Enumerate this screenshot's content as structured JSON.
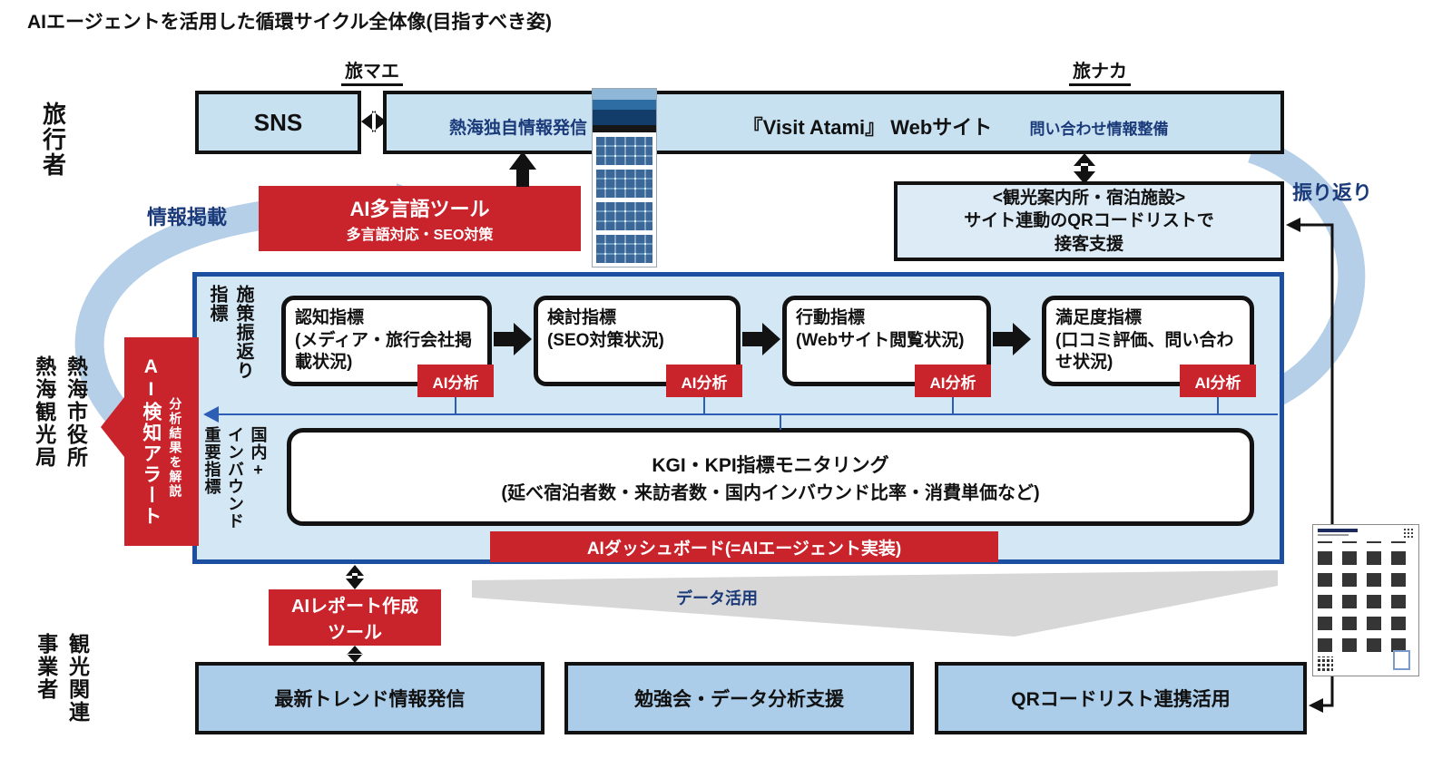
{
  "title": "AIエージェントを活用した循環サイクル全体像(目指すべき姿)",
  "phases": {
    "pre_trip": "旅マエ",
    "during_trip": "旅ナカ"
  },
  "actors": {
    "traveler": "旅行者",
    "city_hall": "熱海市役所",
    "tourism_bureau": "熱海観光局",
    "tourism_related": "観光関連",
    "business_operators": "事業者"
  },
  "flow_labels": {
    "info_posting": "情報掲載",
    "review": "振り返り",
    "data_utilization": "データ活用"
  },
  "top_row": {
    "sns": "SNS",
    "unique_info": "熱海独自情報発信",
    "website": "『Visit Atami』 Webサイト",
    "inquiry_info": "問い合わせ情報整備"
  },
  "ai_multilingual_tool": {
    "title": "AI多言語ツール",
    "subtitle": "多言語対応・SEO対策"
  },
  "qr_support_box": {
    "line1": "<観光案内所・宿泊施設>",
    "line2": "サイト連動のQRコードリストで",
    "line3": "接客支援"
  },
  "kpi_section": {
    "policy_review_label": {
      "col1": "施策振返り",
      "col2": "指標"
    },
    "domestic_label": {
      "col1": "国内+",
      "col2": "インバウンド",
      "col3": "重要指標"
    },
    "ai_alert": {
      "sub": "分析結果を解説",
      "main": "AI検知アラート"
    },
    "badge": "AI分析",
    "indicators": [
      {
        "title": "認知指標",
        "detail": "(メディア・旅行会社掲載状況)"
      },
      {
        "title": "検討指標",
        "detail": "(SEO対策状況)"
      },
      {
        "title": "行動指標",
        "detail": "(Webサイト閲覧状況)"
      },
      {
        "title": "満足度指標",
        "detail": "(口コミ評価、問い合わせ状況)"
      }
    ],
    "kgi_box": {
      "line1": "KGI・KPI指標モニタリング",
      "line2": "(延べ宿泊者数・来訪者数・国内インバウンド比率・消費単価など)"
    },
    "dashboard": "AIダッシュボード(=AIエージェント実装)"
  },
  "ai_report_tool": {
    "line1": "AIレポート作成",
    "line2": "ツール"
  },
  "bottom_row": [
    {
      "label": "最新トレンド情報発信"
    },
    {
      "label": "勉強会・データ分析支援"
    },
    {
      "label": "QRコードリスト連携活用"
    }
  ],
  "colors": {
    "accent_red": "#c9232c",
    "box_blue": "#c8e1f1",
    "main_border_blue": "#1c4fa0",
    "dark_blue_text": "#1b3a7a",
    "swoosh_blue": "#b6cfe8"
  }
}
